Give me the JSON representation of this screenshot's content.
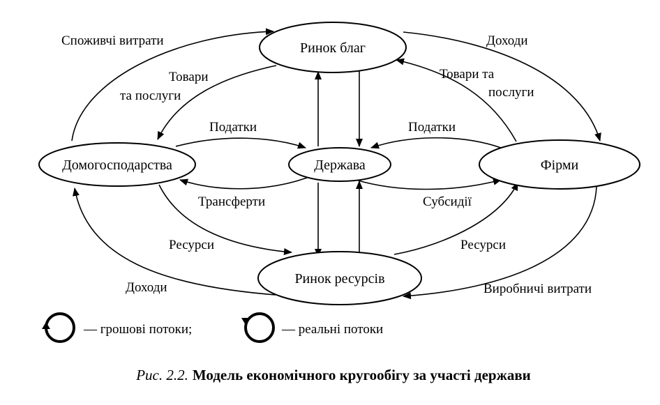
{
  "nodes": {
    "goods_market": "Ринок благ",
    "households": "Домогосподарства",
    "government": "Держава",
    "firms": "Фірми",
    "resource_market": "Ринок ресурсів"
  },
  "flows": {
    "consumer_spending": "Споживчі витрати",
    "income_firms": "Доходи",
    "goods_services_left_1": "Товари",
    "goods_services_left_2": "та послуги",
    "goods_services_right_1": "Товари та",
    "goods_services_right_2": "послуги",
    "taxes_households": "Податки",
    "taxes_firms": "Податки",
    "transfers": "Трансферти",
    "subsidies": "Субсидії",
    "resources_left": "Ресурси",
    "resources_right": "Ресурси",
    "income_households": "Доходи",
    "production_costs": "Виробничі витрати"
  },
  "legend": {
    "money_flows": "— грошові потоки;",
    "real_flows": "— реальні потоки"
  },
  "caption": {
    "prefix": "Рис. 2.2.",
    "title": "Модель економічного кругообігу за участі держави"
  }
}
